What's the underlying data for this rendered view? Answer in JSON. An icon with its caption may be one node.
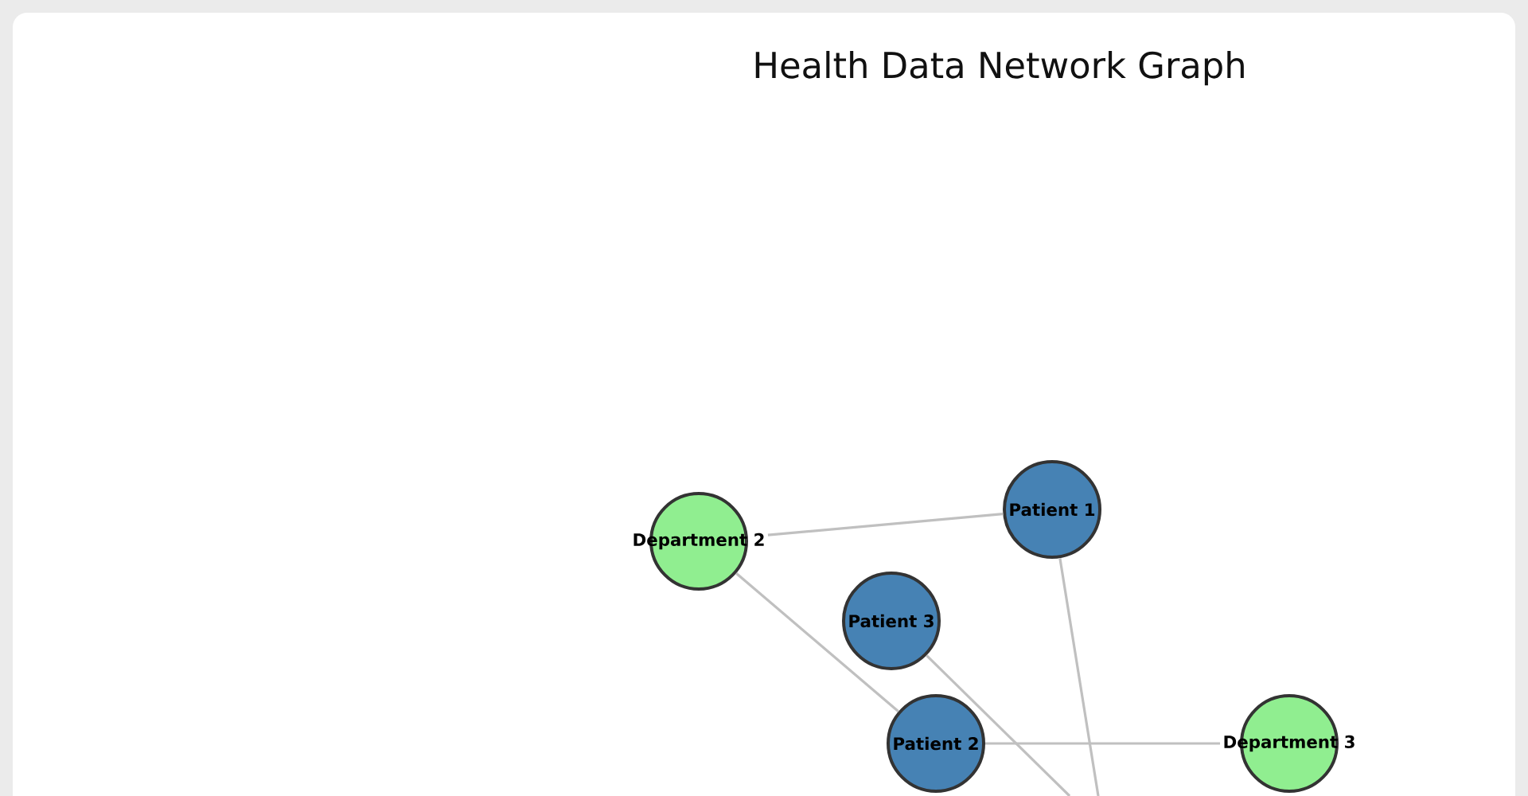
{
  "diagram": {
    "title": "Health Data Network Graph",
    "nodes": [
      {
        "text": [
          "Department 2"
        ]
      },
      {
        "text": [
          "Patient 1"
        ]
      },
      {
        "text": [
          "Patient 3"
        ]
      },
      {
        "text": [
          "Department 3"
        ]
      },
      {
        "text": [
          "Patient 2"
        ]
      }
    ],
    "edges": [
      {
        "from": 0,
        "to": 1,
        "arrow": "none"
      },
      {
        "from": 0,
        "to": 4,
        "arrow": "none"
      },
      {
        "from": 1,
        "to": null,
        "arrow": "none"
      },
      {
        "from": 2,
        "to": null,
        "arrow": "none"
      },
      {
        "from": 3,
        "to": 4,
        "arrow": "none"
      }
    ]
  }
}
